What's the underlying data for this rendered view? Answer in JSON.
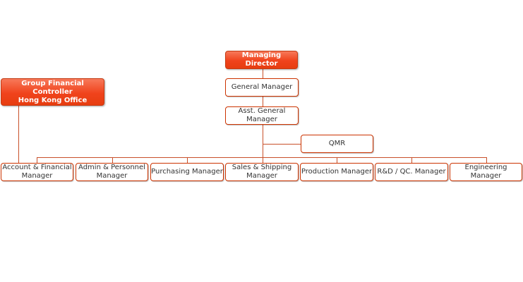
{
  "colors": {
    "accent": "#f0431c",
    "border": "#cc3300",
    "line": "#c8502a",
    "text": "#333333"
  },
  "nodes": {
    "managing_director": {
      "lines": [
        "Managing Director"
      ]
    },
    "group_financial_controller": {
      "lines": [
        "Group Financial Controller",
        "Hong Kong Office"
      ]
    },
    "general_manager": {
      "lines": [
        "General Manager"
      ]
    },
    "asst_general_manager": {
      "lines": [
        "Asst. General",
        "Manager"
      ]
    },
    "qmr": {
      "lines": [
        "QMR"
      ]
    },
    "account_financial_manager": {
      "lines": [
        "Account & Financial",
        "Manager"
      ]
    },
    "admin_personnel_manager": {
      "lines": [
        "Admin & Personnel",
        "Manager"
      ]
    },
    "purchasing_manager": {
      "lines": [
        "Purchasing Manager"
      ]
    },
    "sales_shipping_manager": {
      "lines": [
        "Sales & Shipping",
        "Manager"
      ]
    },
    "production_manager": {
      "lines": [
        "Production Manager"
      ]
    },
    "rd_qc_manager": {
      "lines": [
        "R&D / QC. Manager"
      ]
    },
    "engineering_manager": {
      "lines": [
        "Engineering Manager"
      ]
    }
  }
}
